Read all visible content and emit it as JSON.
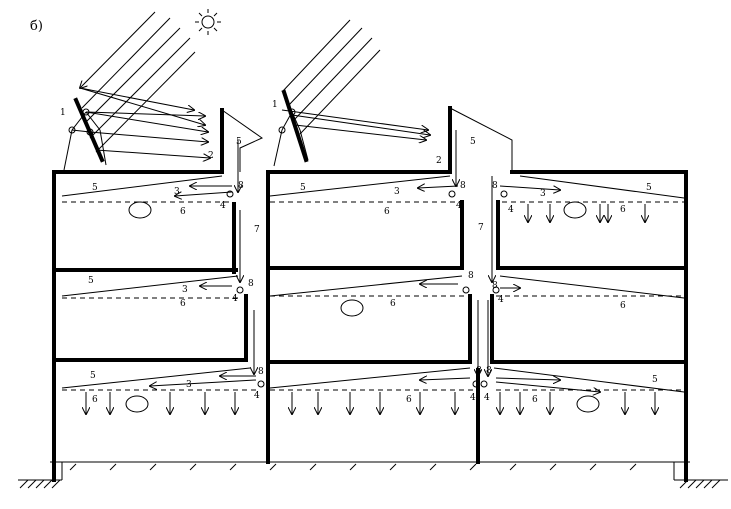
{
  "figure_label": "б)",
  "labels": {
    "l1a": "1",
    "l1b": "1",
    "l2a": "2",
    "l2b": "2",
    "l3a": "3",
    "l3b": "3",
    "l3c": "3",
    "l3d": "3",
    "l3e": "3",
    "l4a": "4",
    "l4b": "4",
    "l4c": "4",
    "l4d": "4",
    "l4e": "4",
    "l4f": "4",
    "l4g": "4",
    "l4h": "4",
    "l5a": "5",
    "l5b": "5",
    "l5c": "5",
    "l5d": "5",
    "l5e": "5",
    "l5f": "5",
    "l5g": "5",
    "l5h": "5",
    "l6a": "6",
    "l6b": "6",
    "l6c": "6",
    "l6d": "6",
    "l6e": "6",
    "l6f": "6",
    "l6g": "6",
    "l6h": "6",
    "l6i": "6",
    "l7a": "7",
    "l7b": "7",
    "l8a": "8",
    "l8b": "8",
    "l8c": "8",
    "l8d": "8",
    "l8e": "8",
    "l8f": "8",
    "l8g": "8",
    "l8h": "8",
    "l8i": "8"
  },
  "icons": {
    "sun": "sun-icon",
    "lamp": "lamp-icon"
  }
}
